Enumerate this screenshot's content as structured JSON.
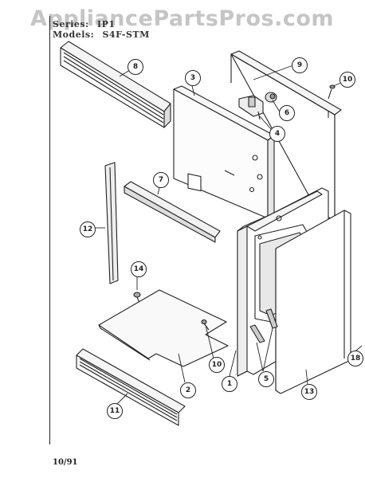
{
  "watermark": "AppliancePartsPros.com",
  "header": {
    "series_label": "Series:",
    "series_value": "IP1",
    "models_label": "Models:",
    "models_value": "S4F-STM"
  },
  "footer": {
    "date": "10/91"
  },
  "callouts": [
    "1",
    "2",
    "3",
    "4",
    "5",
    "6",
    "7",
    "8",
    "9",
    "10",
    "10",
    "11",
    "12",
    "13",
    "14",
    "18"
  ]
}
